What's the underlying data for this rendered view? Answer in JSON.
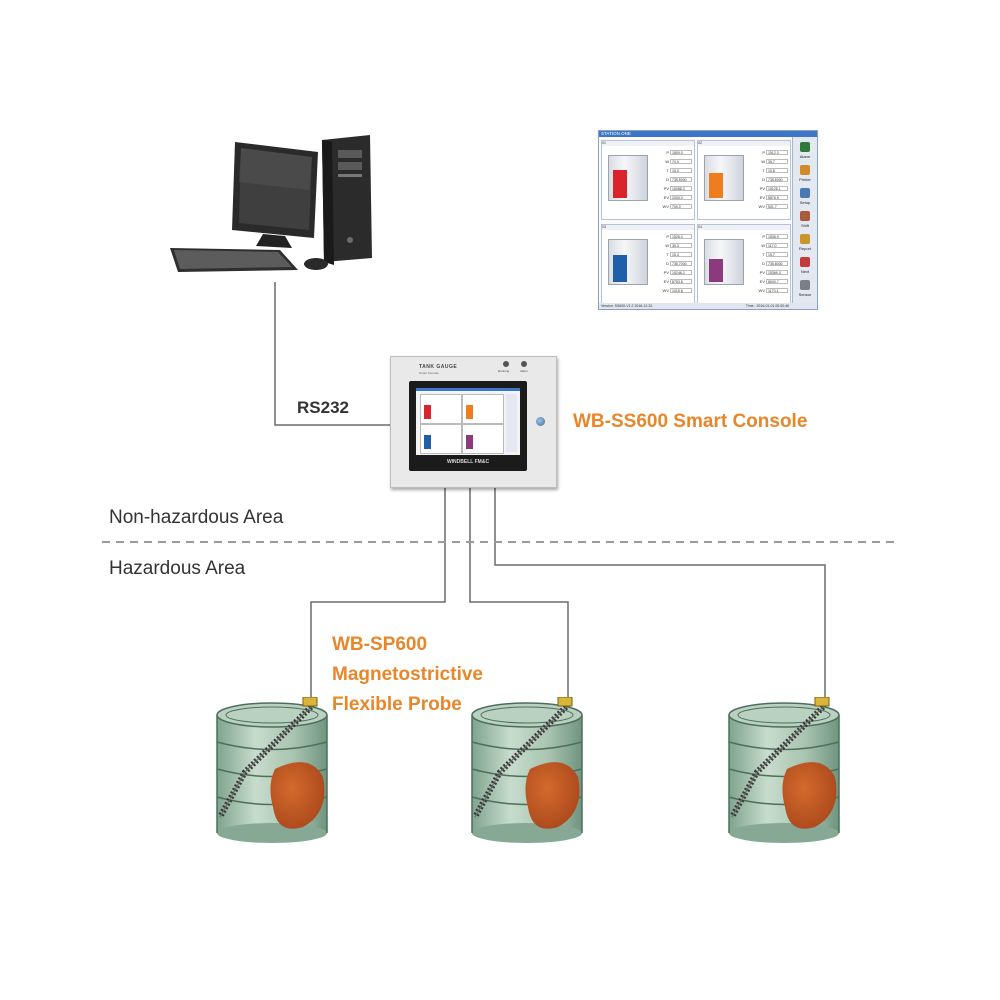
{
  "labels": {
    "rs232": "RS232",
    "console_name": "WB-SS600 Smart Console",
    "non_hazardous": "Non-hazardous Area",
    "hazardous": "Hazardous Area",
    "probe_line1": "WB-SP600",
    "probe_line2": "Magnetostrictive",
    "probe_line3": "Flexible Probe"
  },
  "console": {
    "brand": "TANK GAUGE",
    "subtitle": "Smart Console",
    "led_running": "Running",
    "led_alarm": "Alarm",
    "logo": "WINDBELL FM&C"
  },
  "window": {
    "title": "STATION ONE",
    "status_left": "Version: SS600-V1.2 2016-12-31",
    "status_right": "Time : 2016-01-01 00:00:46",
    "side_buttons": [
      {
        "label": "Alarm",
        "color": "#2f7a3b"
      },
      {
        "label": "Printer",
        "color": "#d08a2b"
      },
      {
        "label": "Setup",
        "color": "#4a79b6"
      },
      {
        "label": "Shift",
        "color": "#a85a3a"
      },
      {
        "label": "Report",
        "color": "#c9962b"
      },
      {
        "label": "Next",
        "color": "#c23a3a"
      },
      {
        "label": "Sensor",
        "color": "#7a7f88"
      }
    ],
    "panels": [
      {
        "id": "01",
        "liquid": "#d8242a",
        "level": 0.7,
        "rows": [
          [
            "P",
            "1800.0"
          ],
          [
            "W",
            "70.0"
          ],
          [
            "T",
            "15.0"
          ],
          [
            "D",
            "735.5000"
          ],
          [
            "PV",
            "15088.0"
          ],
          [
            "EV",
            "2000.0"
          ],
          [
            "WV",
            "700.0"
          ]
        ]
      },
      {
        "id": "02",
        "liquid": "#ef7d1e",
        "level": 0.62,
        "rows": [
          [
            "P",
            "1512.3"
          ],
          [
            "W",
            "35.7"
          ],
          [
            "T",
            "15.8"
          ],
          [
            "D",
            "735.6000"
          ],
          [
            "PV",
            "15125.1"
          ],
          [
            "EV",
            "5876.9"
          ],
          [
            "WV",
            "501.7"
          ]
        ]
      },
      {
        "id": "03",
        "liquid": "#1f5ea8",
        "level": 0.68,
        "rows": [
          [
            "P",
            "1526.4"
          ],
          [
            "W",
            "35.3"
          ],
          [
            "T",
            "15.4"
          ],
          [
            "D",
            "735.7000"
          ],
          [
            "PV",
            "15246.2"
          ],
          [
            "EV",
            "8753.8"
          ],
          [
            "WV",
            "1015.6"
          ]
        ]
      },
      {
        "id": "04",
        "liquid": "#8b3a7e",
        "level": 0.58,
        "rows": [
          [
            "P",
            "1536.9"
          ],
          [
            "W",
            "117.0"
          ],
          [
            "T",
            "15.7"
          ],
          [
            "D",
            "735.8000"
          ],
          [
            "PV",
            "15369.3"
          ],
          [
            "EV",
            "8630.7"
          ],
          [
            "WV",
            "1170.1"
          ]
        ]
      }
    ]
  }
}
